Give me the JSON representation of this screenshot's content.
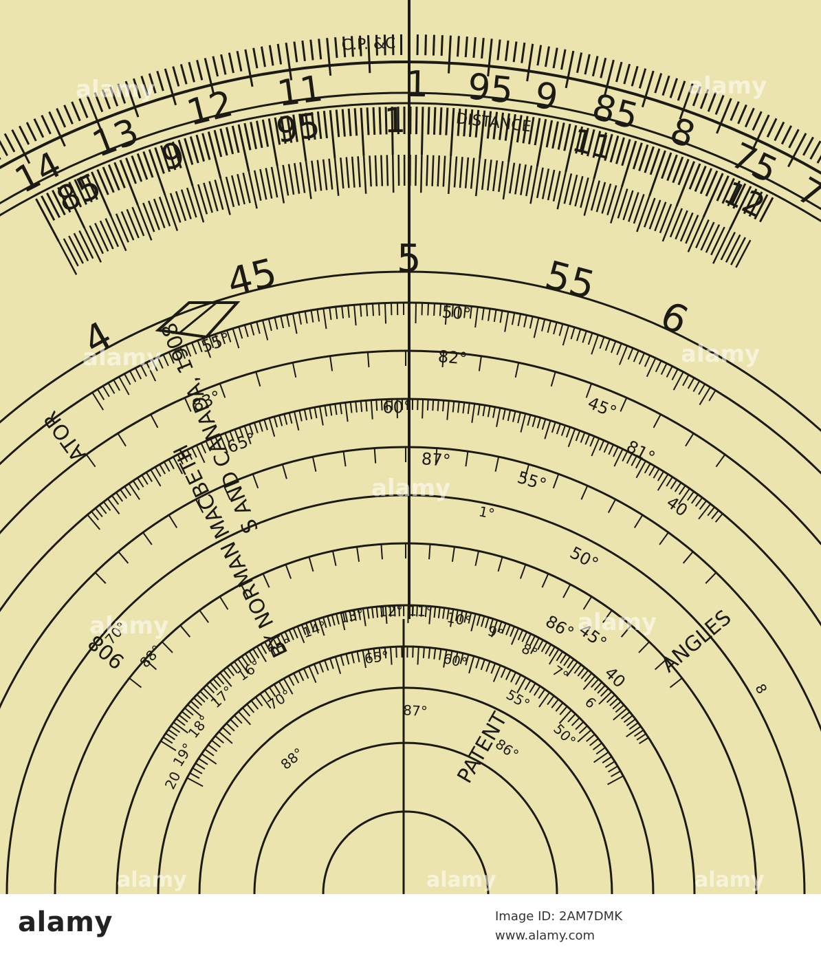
{
  "colors": {
    "paper": "#ebe4ae",
    "ink": "#1b1a14",
    "footer_bg": "#ffffff",
    "footer_text": "#333333",
    "watermark": "rgba(255,255,255,0.55)"
  },
  "dial": {
    "header_label": "C.P.\n&C",
    "distance_label": "DISTANCE",
    "outer_scale_left": [
      "14",
      "13",
      "12",
      "11"
    ],
    "outer_scale_right": [
      "1",
      "95",
      "9",
      "85",
      "8",
      "75",
      "7"
    ],
    "distance_scale_left": [
      "85",
      "9",
      "95",
      "1"
    ],
    "distance_scale_right": [
      "11",
      "12"
    ],
    "mid_numbers": [
      "4",
      "45",
      "5",
      "55",
      "6"
    ],
    "arc_inscriptions": [
      "ATOR",
      "S AND CANADA, 1908",
      "BY NORMAN MACBETH",
      "908",
      "PATENT",
      "ANGLES"
    ],
    "angle_labels_upper": [
      "55°",
      "83°",
      "60°",
      "65°",
      "50°",
      "82°",
      "45°",
      "81°",
      "40",
      "87°",
      "55°",
      "50°",
      "45°",
      "86°",
      "40"
    ],
    "angle_labels_lower": [
      "70°",
      "88°",
      "12°",
      "13°",
      "14°",
      "15°",
      "16°",
      "17°",
      "18°",
      "19°",
      "20",
      "11°",
      "10°",
      "9°",
      "8°",
      "7°",
      "6",
      "1°",
      "65°",
      "70°",
      "88°",
      "60°",
      "55°",
      "50°",
      "86°",
      "87°",
      "8"
    ]
  },
  "watermark_text": "alamy",
  "footer": {
    "logo_text": "alamy",
    "image_id": "Image ID: 2AM7DMK",
    "url": "www.alamy.com"
  }
}
